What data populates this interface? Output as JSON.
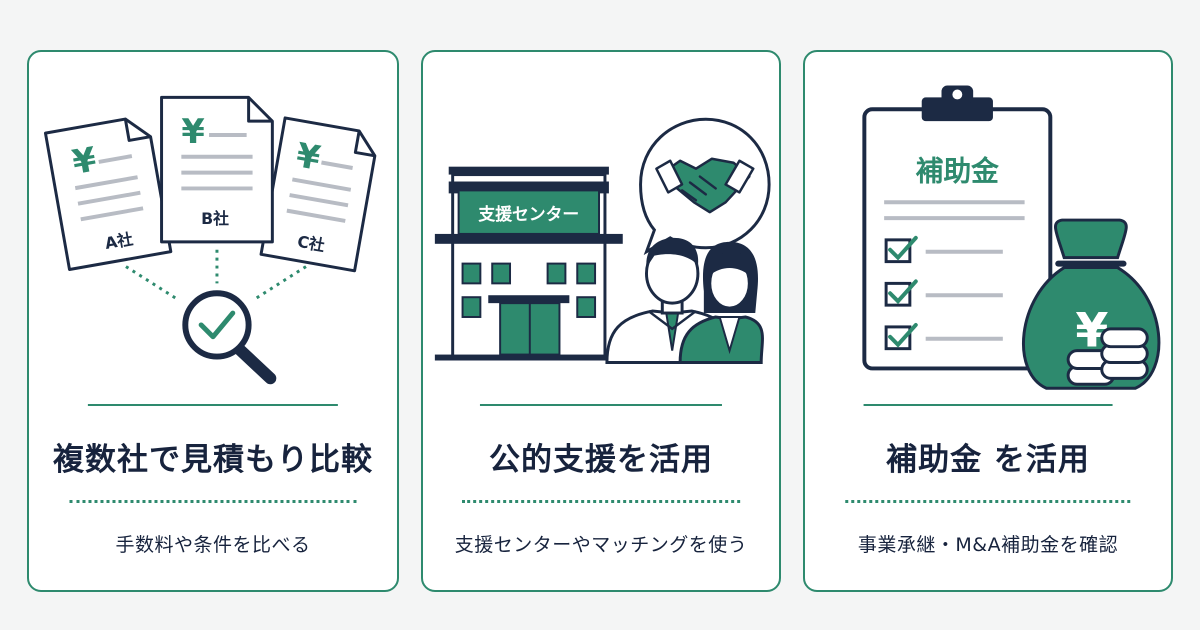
{
  "cards": [
    {
      "title": "複数社で見積もり比較",
      "subtitle": "手数料や条件を比べる",
      "documents": [
        {
          "symbol": "¥",
          "label": "A社"
        },
        {
          "symbol": "¥",
          "label": "B社"
        },
        {
          "symbol": "¥",
          "label": "C社"
        }
      ]
    },
    {
      "title": "公的支援を活用",
      "subtitle": "支援センターやマッチングを使う",
      "building_sign": "支援センター"
    },
    {
      "title": "補助金 を活用",
      "subtitle": "事業承継・M&A補助金を確認",
      "clipboard_title": "補助金",
      "money_symbol": "¥"
    }
  ],
  "colors": {
    "accent": "#2e8a6e",
    "navy": "#1c2a44",
    "background": "#f4f5f5"
  }
}
